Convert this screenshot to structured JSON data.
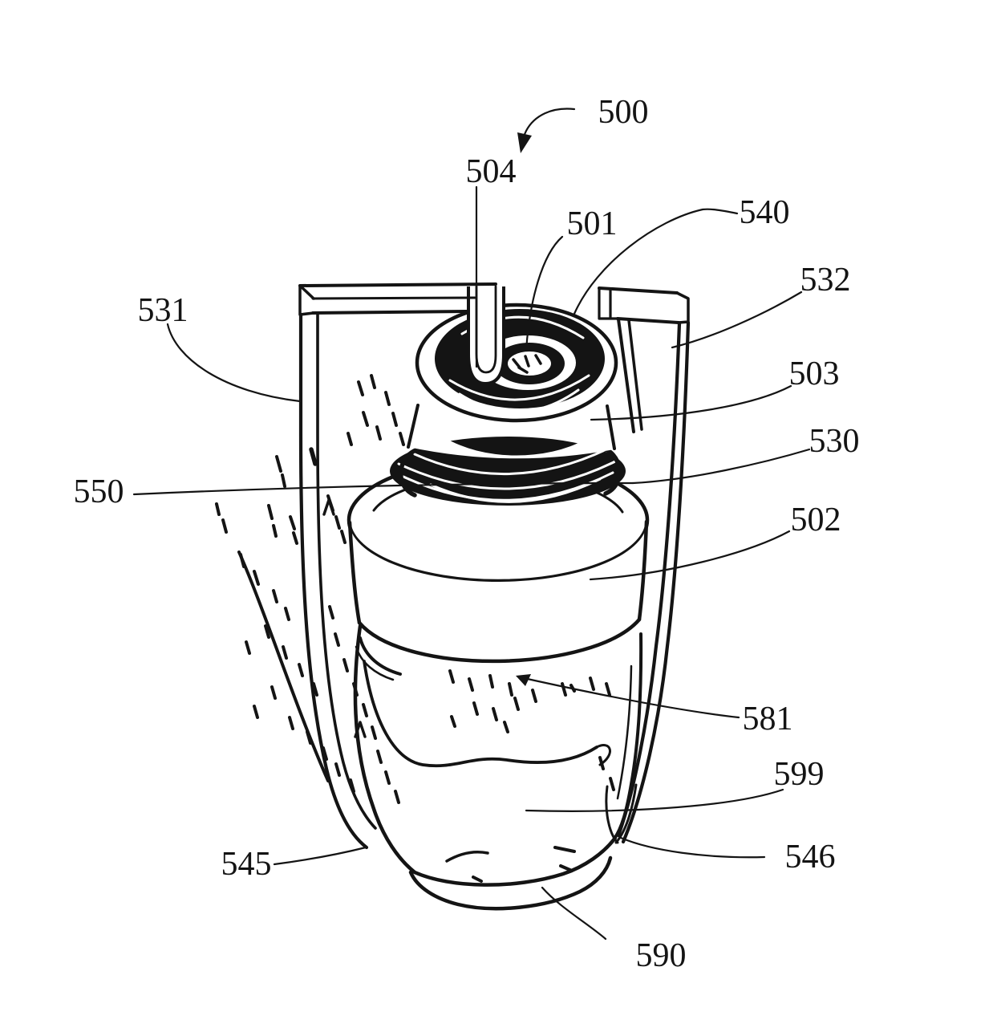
{
  "drawing": {
    "kind": "patent-line-figure",
    "ink_color": "#141414",
    "background_color": "#ffffff",
    "labels": {
      "l500": "500",
      "l501": "501",
      "l502": "502",
      "l503": "503",
      "l504": "504",
      "l530": "530",
      "l531": "531",
      "l532": "532",
      "l540": "540",
      "l545": "545",
      "l546": "546",
      "l550": "550",
      "l581": "581",
      "l590": "590",
      "l599": "599"
    }
  }
}
